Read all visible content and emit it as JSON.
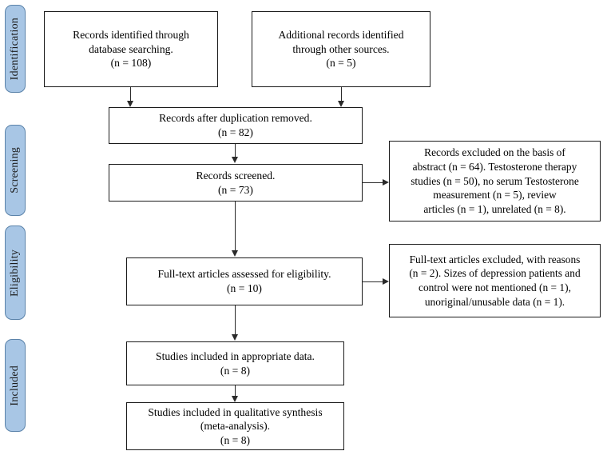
{
  "diagram": {
    "type": "prisma-flow-diagram",
    "colors": {
      "stage_bar_fill": "#a8c6e5",
      "stage_bar_border": "#5b83aa",
      "box_border": "#1a1a1a",
      "connector": "#2a2a2a",
      "background": "#ffffff",
      "text": "#000000"
    },
    "stages": [
      {
        "label": "Identification"
      },
      {
        "label": "Screening"
      },
      {
        "label": "Eligibility"
      },
      {
        "label": "Included"
      }
    ],
    "boxes": {
      "identified_database": "Records identified through\ndatabase searching.\n(n = 108)",
      "identified_other": "Additional records identified\nthrough other sources.\n(n = 5)",
      "after_duplicates": "Records after duplication removed.\n(n = 82)",
      "screened": "Records screened.\n(n = 73)",
      "records_excluded": "Records excluded on the basis of\nabstract (n = 64). Testosterone therapy\nstudies (n = 50), no serum Testosterone\nmeasurement (n = 5), review\narticles (n = 1), unrelated (n = 8).",
      "fulltext_assessed": "Full-text articles assessed for eligibility.\n(n = 10)",
      "fulltext_excluded": "Full-text articles excluded, with reasons\n(n = 2). Sizes of depression patients and\ncontrol were not mentioned (n = 1),\nunoriginal/unusable data (n = 1).",
      "included_appropriate": "Studies included in appropriate data.\n(n = 8)",
      "included_qualitative": "Studies included in qualitative synthesis\n(meta-analysis).\n(n = 8)"
    },
    "counts": {
      "identified_database": 108,
      "identified_other": 5,
      "after_duplicates": 82,
      "screened": 73,
      "records_excluded_total": 64,
      "records_excluded_testosterone_therapy": 50,
      "records_excluded_no_serum_testosterone": 5,
      "records_excluded_review_articles": 1,
      "records_excluded_unrelated": 8,
      "fulltext_assessed": 10,
      "fulltext_excluded_total": 2,
      "fulltext_excluded_sizes_not_mentioned": 1,
      "fulltext_excluded_unoriginal": 1,
      "included_appropriate": 8,
      "included_qualitative": 8
    }
  }
}
